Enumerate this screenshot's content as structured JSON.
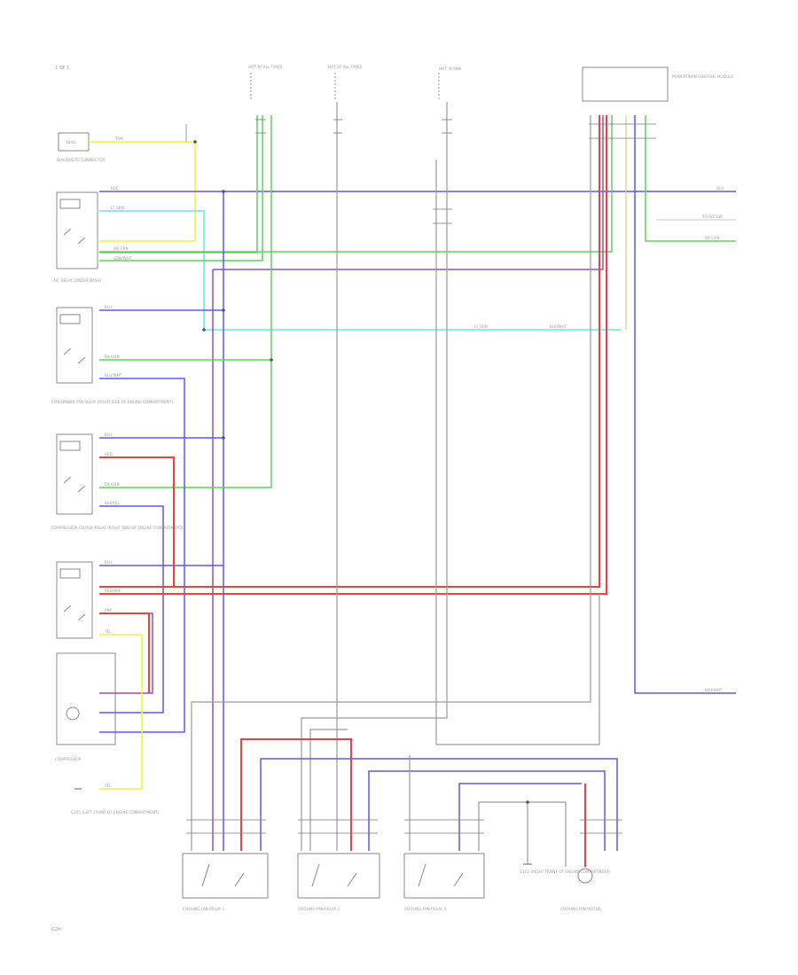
{
  "page": {
    "header_note": "1 OF 1",
    "footer_note": "G2H"
  },
  "components": [
    {
      "id": "diagnostic-connector",
      "label": "DIAGNOSTIC CONNECTOR",
      "short": "DIAG"
    },
    {
      "id": "ac-relay",
      "label": "A/C RELAY (UNDER DASH)"
    },
    {
      "id": "relay-2",
      "label": ""
    },
    {
      "id": "condenser-fan-relay",
      "label": "CONDENSER FAN RELAY (RIGHT SIDE OF ENGINE COMPARTMENT)"
    },
    {
      "id": "compressor-clutch-relay",
      "label": "COMPRESSOR CLUTCH RELAY (RIGHT SIDE OF ENGINE COMPARTMENT)"
    },
    {
      "id": "compressor",
      "label": "COMPRESSOR"
    },
    {
      "id": "cooling-fan-relay-1",
      "label": "COOLING FAN RELAY 1"
    },
    {
      "id": "cooling-fan-relay-2",
      "label": "COOLING FAN RELAY 2"
    },
    {
      "id": "cooling-fan-relay-3",
      "label": "COOLING FAN RELAY 3"
    },
    {
      "id": "cooling-fan-motor",
      "label": "COOLING FAN MOTOR"
    },
    {
      "id": "control-module",
      "label": "POWERTRAIN CONTROL MODULE"
    }
  ],
  "fuse_labels": [
    {
      "id": "fuse-1",
      "label": "HOT AT ALL TIMES"
    },
    {
      "id": "fuse-2",
      "label": "HOT AT ALL TIMES"
    },
    {
      "id": "fuse-3",
      "label": "HOT IN RUN"
    }
  ],
  "wire_labels": {
    "tan": "TAN",
    "blk": "BLK",
    "blk_wht": "BLK/WHT",
    "lt_grn": "LT GRN",
    "dk_grn": "DK GRN",
    "grn_wht": "GRN/WHT",
    "blu": "BLU",
    "red": "RED",
    "red_blk": "RED/BLK",
    "pnk": "PNK",
    "blu_wht": "BLU/WHT",
    "blk_yel": "BLK/YEL",
    "yel": "YEL"
  },
  "ground_labels": {
    "g1": "G101 (LEFT FRONT OF ENGINE COMPARTMENT)",
    "g2": "G102 (RIGHT FRONT OF ENGINE COMPARTMENT)"
  },
  "right_edge_labels": {
    "r1": "BLU",
    "r2": "TO A/C SW",
    "r3": "DK GRN",
    "r4": "BLU/WHT"
  },
  "colors": {
    "blue": "#5a5af0",
    "red": "#f04040",
    "yellow": "#f0f040",
    "cyan": "#60e8f0",
    "green": "#60d060",
    "purple": "#9050c0",
    "gray": "#9a9a9a"
  }
}
